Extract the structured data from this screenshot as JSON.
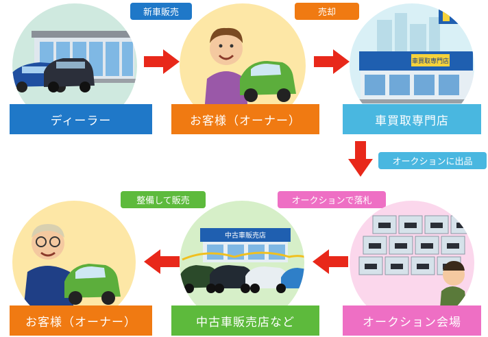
{
  "nodes": {
    "dealer": {
      "label": "ディーラー",
      "color": "#1f78c8"
    },
    "owner_top": {
      "label": "お客様（オーナー）",
      "color": "#f07a12"
    },
    "buyback_shop": {
      "label": "車買取専門店",
      "color": "#49b7e0"
    },
    "auction_venue": {
      "label": "オークション会場",
      "color": "#ee6fc4"
    },
    "used_car_dealer": {
      "label": "中古車販売店など",
      "color": "#5dba3c"
    },
    "owner_bottom": {
      "label": "お客様（オーナー）",
      "color": "#f07a12"
    }
  },
  "steps": {
    "new_car_sale": {
      "label": "新車販売",
      "color": "#1f78c8"
    },
    "sell": {
      "label": "売却",
      "color": "#f07a12"
    },
    "auction_listing": {
      "label": "オークションに出品",
      "color": "#49b7e0"
    },
    "auction_win": {
      "label": "オークションで落札",
      "color": "#ee6fc4"
    },
    "service_and_sell": {
      "label": "整備して販売",
      "color": "#5dba3c"
    }
  },
  "signage": {
    "buyback_sign": "車買取専門店",
    "used_shop_sign": "中古車販売店"
  },
  "colors": {
    "arrow": "#e8281a"
  }
}
